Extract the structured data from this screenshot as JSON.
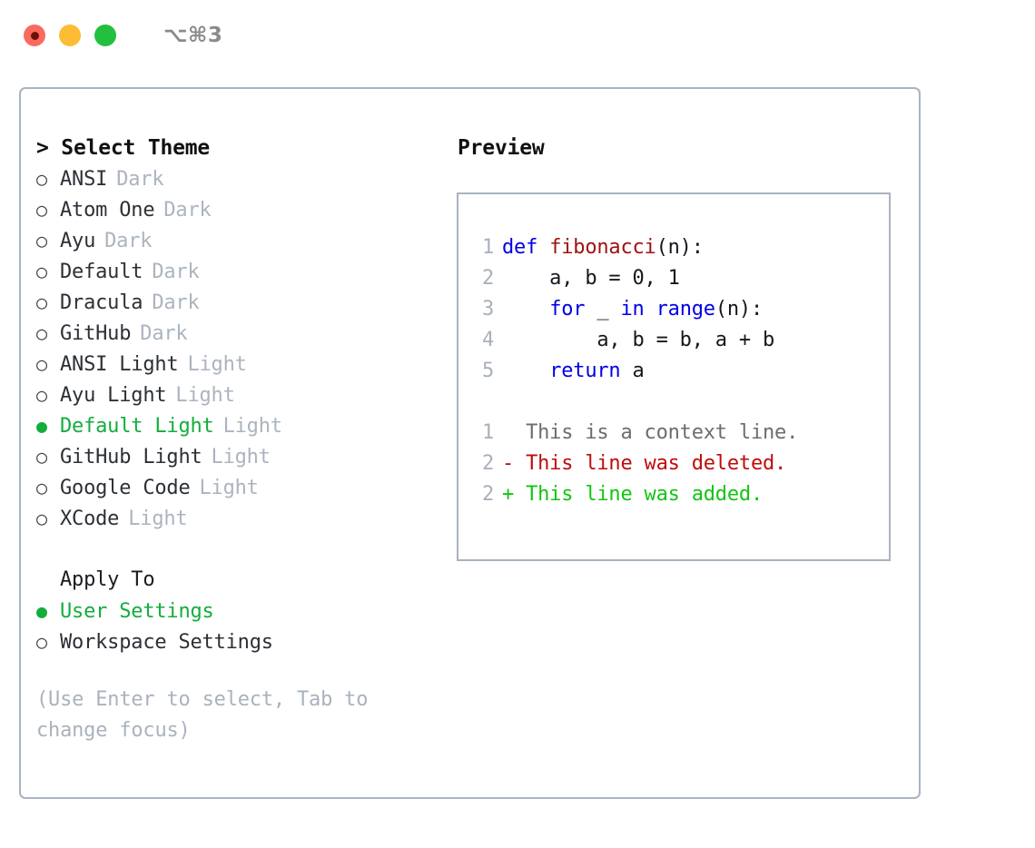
{
  "window": {
    "shortcut": "⌥⌘3",
    "traffic_lights": [
      {
        "name": "close-button",
        "color": "#fb6a5f"
      },
      {
        "name": "minimize-button",
        "color": "#fcbd34"
      },
      {
        "name": "maximize-button",
        "color": "#22c03e"
      }
    ]
  },
  "theme_list": {
    "header": "> Select Theme",
    "marker_unselected": "○",
    "marker_selected": "●",
    "items": [
      {
        "name": "ANSI",
        "badge": "Dark",
        "selected": false
      },
      {
        "name": "Atom One",
        "badge": "Dark",
        "selected": false
      },
      {
        "name": "Ayu",
        "badge": "Dark",
        "selected": false
      },
      {
        "name": "Default",
        "badge": "Dark",
        "selected": false
      },
      {
        "name": "Dracula",
        "badge": "Dark",
        "selected": false
      },
      {
        "name": "GitHub",
        "badge": "Dark",
        "selected": false
      },
      {
        "name": "ANSI Light",
        "badge": "Light",
        "selected": false
      },
      {
        "name": "Ayu Light",
        "badge": "Light",
        "selected": false
      },
      {
        "name": "Default Light",
        "badge": "Light",
        "selected": true
      },
      {
        "name": "GitHub Light",
        "badge": "Light",
        "selected": false
      },
      {
        "name": "Google Code",
        "badge": "Light",
        "selected": false
      },
      {
        "name": "XCode",
        "badge": "Light",
        "selected": false
      }
    ]
  },
  "apply_to": {
    "title": "Apply To",
    "options": [
      {
        "label": "User Settings",
        "selected": true
      },
      {
        "label": "Workspace Settings",
        "selected": false
      }
    ]
  },
  "hint": "(Use Enter to select, Tab to change focus)",
  "preview": {
    "title": "Preview",
    "code_lines": [
      {
        "lineno": "1",
        "tokens": [
          {
            "text": "def ",
            "kind": "kw"
          },
          {
            "text": "fibonacci",
            "kind": "fn"
          },
          {
            "text": "(n):",
            "kind": "pl"
          }
        ]
      },
      {
        "lineno": "2",
        "tokens": [
          {
            "text": "    a, b = 0, 1",
            "kind": "pl"
          }
        ]
      },
      {
        "lineno": "3",
        "tokens": [
          {
            "text": "    ",
            "kind": "pl"
          },
          {
            "text": "for",
            "kind": "kw"
          },
          {
            "text": " _ ",
            "kind": "pl"
          },
          {
            "text": "in",
            "kind": "kw"
          },
          {
            "text": " ",
            "kind": "pl"
          },
          {
            "text": "range",
            "kind": "kw"
          },
          {
            "text": "(n):",
            "kind": "pl"
          }
        ]
      },
      {
        "lineno": "4",
        "tokens": [
          {
            "text": "        a, b = b, a + b",
            "kind": "pl"
          }
        ]
      },
      {
        "lineno": "5",
        "tokens": [
          {
            "text": "    ",
            "kind": "pl"
          },
          {
            "text": "return",
            "kind": "kw"
          },
          {
            "text": " a",
            "kind": "pl"
          }
        ]
      }
    ],
    "diff_lines": [
      {
        "lineno": "1",
        "tokens": [
          {
            "text": "  This is a context line.",
            "kind": "ctx"
          }
        ]
      },
      {
        "lineno": "2",
        "tokens": [
          {
            "text": "- This line was deleted.",
            "kind": "del"
          }
        ]
      },
      {
        "lineno": "2",
        "tokens": [
          {
            "text": "+ This line was added.",
            "kind": "add"
          }
        ]
      }
    ]
  },
  "colors": {
    "accent_green": "#13ad3c",
    "border": "#a9b3c1",
    "muted": "#acb4bf",
    "keyword": "#0000e6",
    "function": "#a01212",
    "diff_add": "#13c413",
    "diff_del": "#c00b0b"
  }
}
